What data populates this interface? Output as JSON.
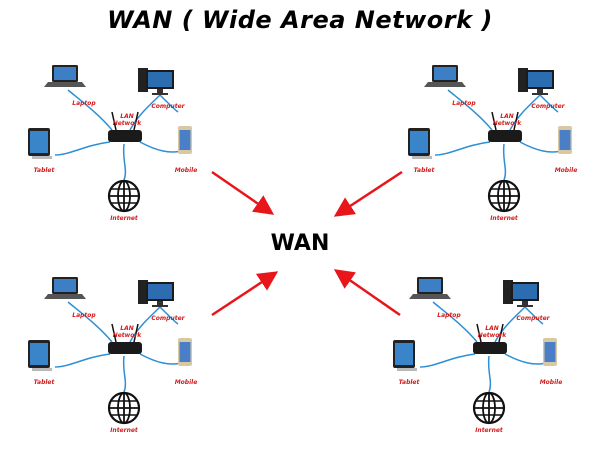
{
  "title": "WAN ( Wide Area Network )",
  "center_label": "WAN",
  "colors": {
    "arrow": "#e8161b",
    "cable": "#2d8fd6",
    "device_label": "#d21c1c",
    "title": "#000000"
  },
  "device_labels": {
    "laptop": "Laptop",
    "computer": "Computer",
    "lan": "LAN\nNetwork",
    "tablet": "Tablet",
    "mobile": "Mobile",
    "internet": "Internet"
  },
  "lan_clusters": [
    {
      "name": "top-left"
    },
    {
      "name": "top-right"
    },
    {
      "name": "bottom-left"
    },
    {
      "name": "bottom-right"
    }
  ]
}
